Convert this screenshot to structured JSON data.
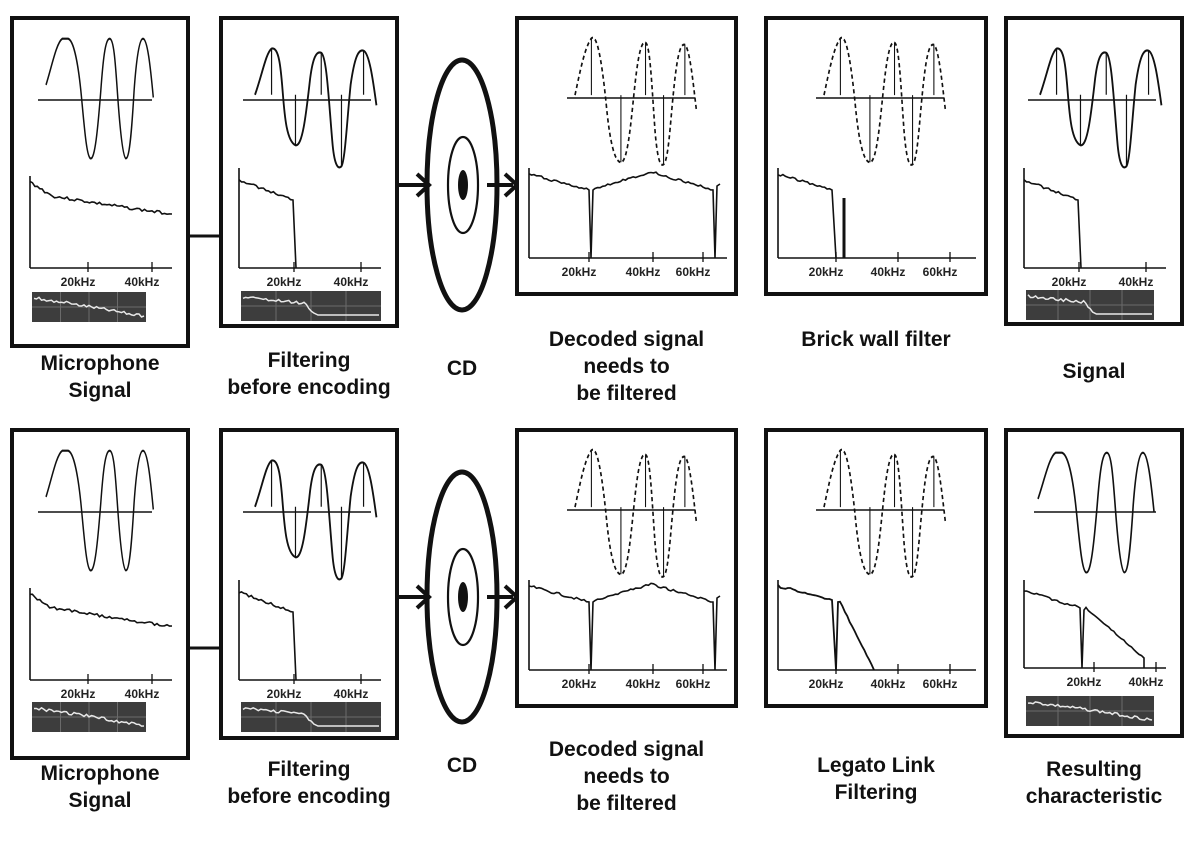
{
  "rows": [
    {
      "panels": [
        {
          "caption": "Microphone\nSignal",
          "ticks": [
            "20kHz",
            "40kHz"
          ]
        },
        {
          "caption": "Filtering\nbefore encoding",
          "ticks": [
            "20kHz",
            "40kHz"
          ]
        },
        {
          "caption": "CD"
        },
        {
          "caption": "Decoded signal\nneeds to\nbe filtered",
          "ticks": [
            "20kHz",
            "40kHz",
            "60kHz"
          ]
        },
        {
          "caption": "Brick wall filter",
          "ticks": [
            "20kHz",
            "40kHz",
            "60kHz"
          ]
        },
        {
          "caption": "Signal",
          "ticks": [
            "20kHz",
            "40kHz"
          ]
        }
      ]
    },
    {
      "panels": [
        {
          "caption": "Microphone\nSignal",
          "ticks": [
            "20kHz",
            "40kHz"
          ]
        },
        {
          "caption": "Filtering\nbefore encoding",
          "ticks": [
            "20kHz",
            "40kHz"
          ]
        },
        {
          "caption": "CD"
        },
        {
          "caption": "Decoded signal\nneeds to\nbe filtered",
          "ticks": [
            "20kHz",
            "40kHz",
            "60kHz"
          ]
        },
        {
          "caption": "Legato Link\nFiltering",
          "ticks": [
            "20kHz",
            "40kHz",
            "60kHz"
          ]
        },
        {
          "caption": "Resulting\ncharacteristic",
          "ticks": [
            "20kHz",
            "40kHz"
          ]
        }
      ]
    }
  ],
  "colors": {
    "ink": "#111111",
    "scope_bg": "#3d3d3d",
    "scope_trace": "#e8e8e8"
  }
}
